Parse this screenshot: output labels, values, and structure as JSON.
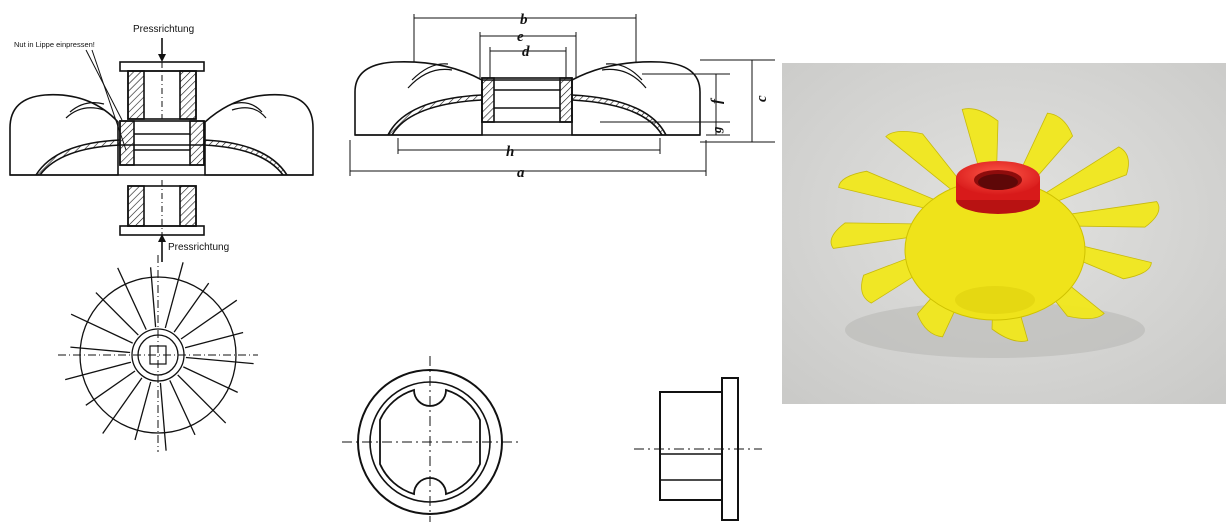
{
  "left_drawing": {
    "press_direction_top": "Pressrichtung",
    "press_direction_bottom": "Pressrichtung",
    "groove_note": "Nut in Lippe einpressen!"
  },
  "dimension_drawing": {
    "labels": {
      "a": "a",
      "b": "b",
      "c": "c",
      "d": "d",
      "e": "e",
      "f": "f",
      "g": "g",
      "h": "h"
    }
  },
  "photo": {
    "fan_color": "#f2e81c",
    "hub_color": "#ee2222",
    "background_color": "#d8d8d6"
  }
}
